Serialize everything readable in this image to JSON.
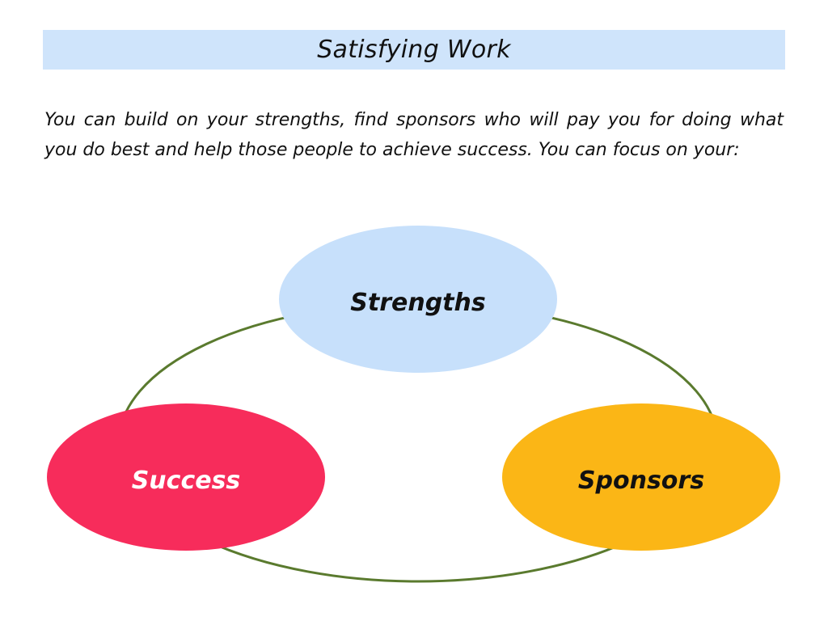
{
  "slide": {
    "title": "Satisfying Work",
    "intro": "You can build on your strengths, find sponsors who will pay you for doing what you do best and help those people to achieve success. You can focus on your:"
  },
  "diagram": {
    "type": "cycle",
    "ring_color": "#5a7a2e",
    "nodes": [
      {
        "key": "strengths",
        "label": "Strengths",
        "fill": "#c7e0fb",
        "text_color": "#111111"
      },
      {
        "key": "success",
        "label": "Success",
        "fill": "#f72c5b",
        "text_color": "#ffffff"
      },
      {
        "key": "sponsors",
        "label": "Sponsors",
        "fill": "#fbb616",
        "text_color": "#111111"
      }
    ]
  }
}
